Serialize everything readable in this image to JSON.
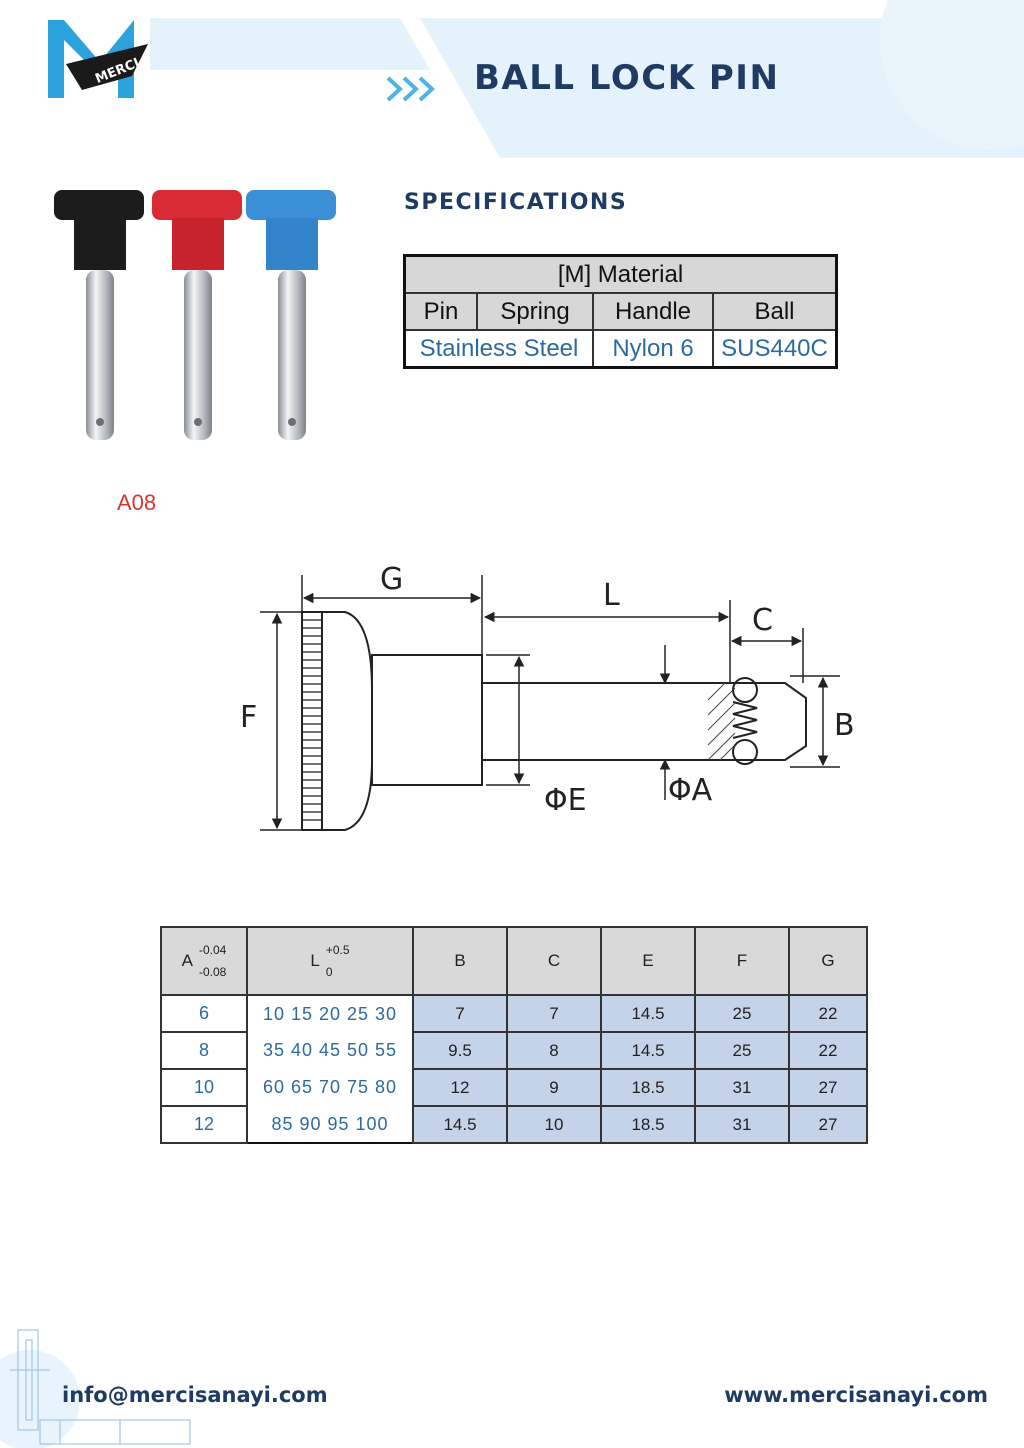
{
  "header": {
    "brand": "MERCI",
    "title": "BALL LOCK PIN",
    "colors": {
      "banner": "#e3f2fb",
      "title": "#1f3b63",
      "logo_blue": "#2da3dd",
      "logo_dark": "#1a1a1a"
    }
  },
  "product": {
    "image": "ball-lock-pin-photo",
    "handle_colors": [
      "#1c1c1c",
      "#d92b35",
      "#3a8fd6"
    ],
    "model_code": "A08"
  },
  "specifications": {
    "heading": "SPECIFICATIONS",
    "material_title": "[M] Material",
    "columns": [
      "Pin",
      "Spring",
      "Handle",
      "Ball"
    ],
    "values": {
      "pin_spring": "Stainless Steel",
      "handle": "Nylon 6",
      "ball": "SUS440C"
    }
  },
  "drawing": {
    "labels": {
      "G": "G",
      "L": "L",
      "C": "C",
      "F": "F",
      "B": "B",
      "E": "ΦE",
      "A": "ΦA"
    }
  },
  "dimensions": {
    "headers": {
      "A": "A",
      "A_tol_upper": "-0.04",
      "A_tol_lower": "-0.08",
      "L": "L",
      "L_tol_upper": "+0.5",
      "L_tol_lower": "0",
      "B": "B",
      "C": "C",
      "E": "E",
      "F": "F",
      "G": "G"
    },
    "L_values": [
      "10  15  20  25  30",
      "35  40  45  50  55",
      "60  65  70  75  80",
      "85  90  95  100"
    ],
    "rows": [
      {
        "A": "6",
        "B": "7",
        "C": "7",
        "E": "14.5",
        "F": "25",
        "G": "22"
      },
      {
        "A": "8",
        "B": "9.5",
        "C": "8",
        "E": "14.5",
        "F": "25",
        "G": "22"
      },
      {
        "A": "10",
        "B": "12",
        "C": "9",
        "E": "18.5",
        "F": "31",
        "G": "27"
      },
      {
        "A": "12",
        "B": "14.5",
        "C": "10",
        "E": "18.5",
        "F": "31",
        "G": "27"
      }
    ]
  },
  "footer": {
    "email": "info@mercisanayi.com",
    "website": "www.mercisanayi.com"
  }
}
